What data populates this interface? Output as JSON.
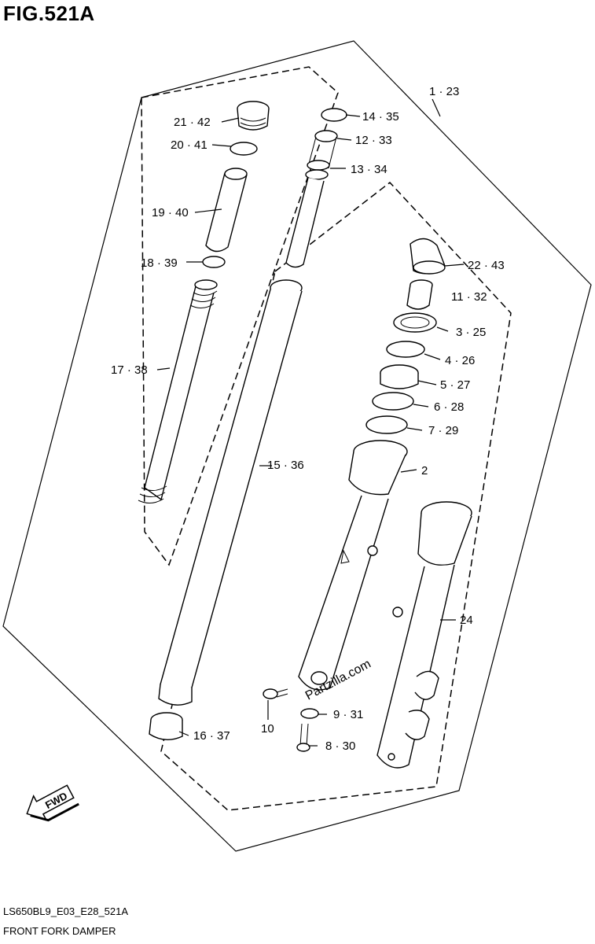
{
  "figure": {
    "title": "FIG.521A",
    "code": "LS650BL9_E03_E28_521A",
    "name": "FRONT FORK DAMPER"
  },
  "labels": {
    "p1": "1 · 23",
    "p2": "2",
    "p3": "3 · 25",
    "p4": "4 · 26",
    "p5": "5 · 27",
    "p6": "6 · 28",
    "p7": "7 · 29",
    "p8": "8 · 30",
    "p9": "9 · 31",
    "p10": "10",
    "p11": "11 · 32",
    "p12": "12 · 33",
    "p13": "13 · 34",
    "p14": "14 · 35",
    "p15": "15 · 36",
    "p16": "16 · 37",
    "p17": "17 · 38",
    "p18": "18 · 39",
    "p19": "19 · 40",
    "p20": "20 · 41",
    "p21": "21 · 42",
    "p22": "22 · 43",
    "p24": "24"
  },
  "fwd_arrow": {
    "text": "FWD"
  },
  "watermark": {
    "text": "Partzilla.com"
  }
}
